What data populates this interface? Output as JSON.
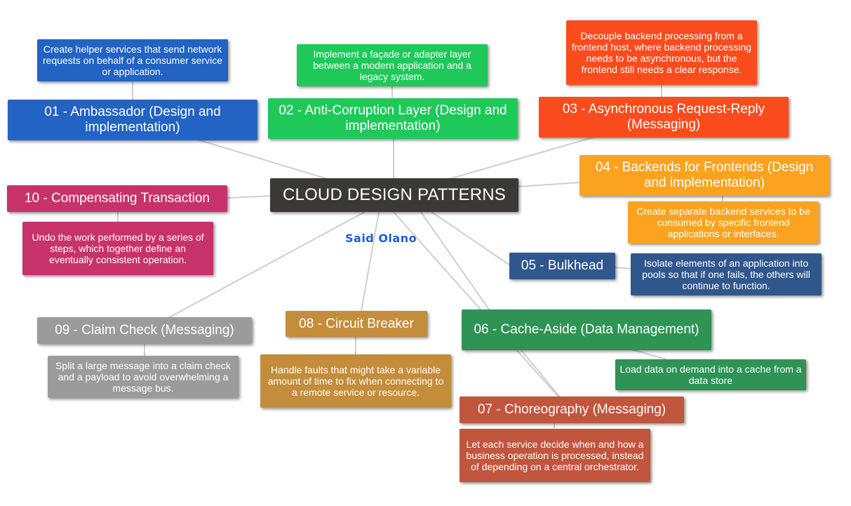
{
  "center": {
    "title": "CLOUD DESIGN PATTERNS",
    "color": "#3b3838"
  },
  "author": "Said Olano",
  "colors": {
    "ambassador": "#2263c3",
    "anti_corruption": "#1ec95a",
    "async": "#fc4b1c",
    "bff": "#fba31f",
    "bulkhead": "#30578c",
    "cache_aside": "#2e9354",
    "choreography": "#c1553d",
    "circuit_breaker": "#c38d3b",
    "claim_check": "#9b9b9b",
    "compensating": "#c8326a"
  },
  "topics": {
    "ambassador": "01 - Ambassador (Design and implementation)",
    "anti_corruption": "02 - Anti-Corruption Layer  (Design and implementation)",
    "async": "03 - Asynchronous Request-Reply (Messaging)",
    "bff": "04 - Backends for Frontends (Design and implementation)",
    "bulkhead": "05 - Bulkhead",
    "cache_aside": "06 - Cache-Aside (Data Management)",
    "choreography": "07 - Choreography (Messaging)",
    "circuit_breaker": "08 - Circuit Breaker",
    "claim_check": "09 - Claim Check (Messaging)",
    "compensating": "10 - Compensating Transaction"
  },
  "descriptions": {
    "ambassador": "Create helper services that send network requests on behalf of a consumer service or application.",
    "anti_corruption": "Implement a façade or adapter layer between a modern application and a legacy system.",
    "async": "Decouple backend processing from a frontend host, where backend processing needs to be asynchronous, but the frontend still needs a clear response.",
    "bff": "Create separate backend services to be consumed by specific frontend applications or interfaces.",
    "bulkhead": "Isolate elements of an application into pools so that if one fails, the others will continue to function.",
    "cache_aside": "Load data on demand into a cache from a data store",
    "choreography": "Let each service decide when and how a business operation is processed, instead of depending on a central orchestrator.",
    "circuit_breaker": "Handle faults that might take a variable amount of time to fix when connecting to a remote service or resource.",
    "claim_check": "Split a large message into a claim check and a payload to avoid overwhelming a message bus.",
    "compensating": "Undo the work performed by a series of steps, which together define an eventually consistent operation."
  }
}
